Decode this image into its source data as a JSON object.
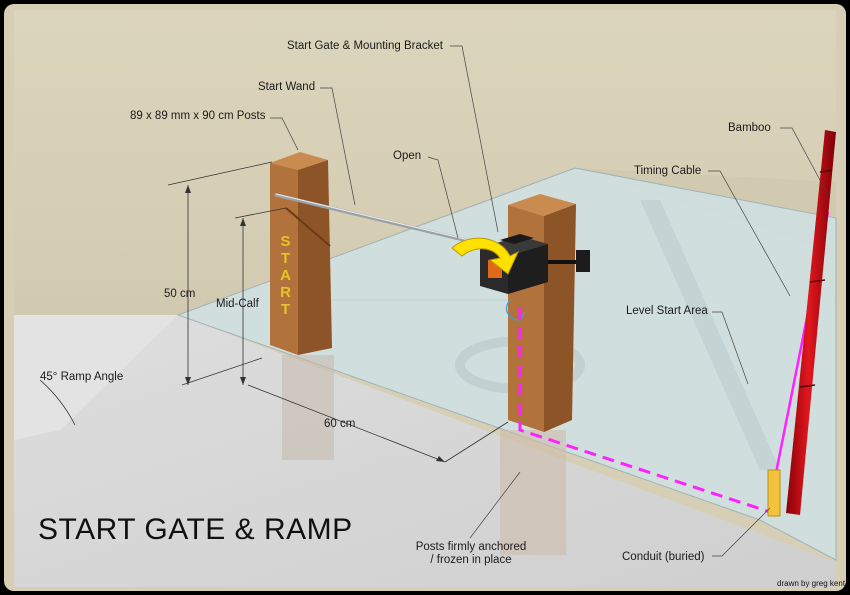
{
  "title": "START GATE & RAMP",
  "credit": "drawn by greg kent",
  "post_lettering": [
    "S",
    "T",
    "A",
    "R",
    "T"
  ],
  "labels": {
    "start_gate_bracket": "Start Gate & Mounting Bracket",
    "start_wand": "Start Wand",
    "posts_size": "89 x 89 mm x 90 cm Posts",
    "open": "Open",
    "bamboo": "Bamboo",
    "timing_cable": "Timing Cable",
    "height": "50 cm",
    "mid_calf": "Mid-Calf",
    "level_start_area": "Level Start Area",
    "ramp_angle": "45° Ramp Angle",
    "spacing": "60 cm",
    "posts_anchored": "Posts firmly anchored\n/ frozen in place",
    "conduit": "Conduit (buried)"
  },
  "colors": {
    "wall": "#d8d1b8",
    "ground": "#d5d5d5",
    "start_area": "#cfe0e4",
    "post_wood": "#a86a35",
    "timing_cable": "#ff22ff",
    "bamboo": "#d0141a",
    "open_arrow": "#ffe100",
    "start_lettering": "#e8c22a"
  }
}
